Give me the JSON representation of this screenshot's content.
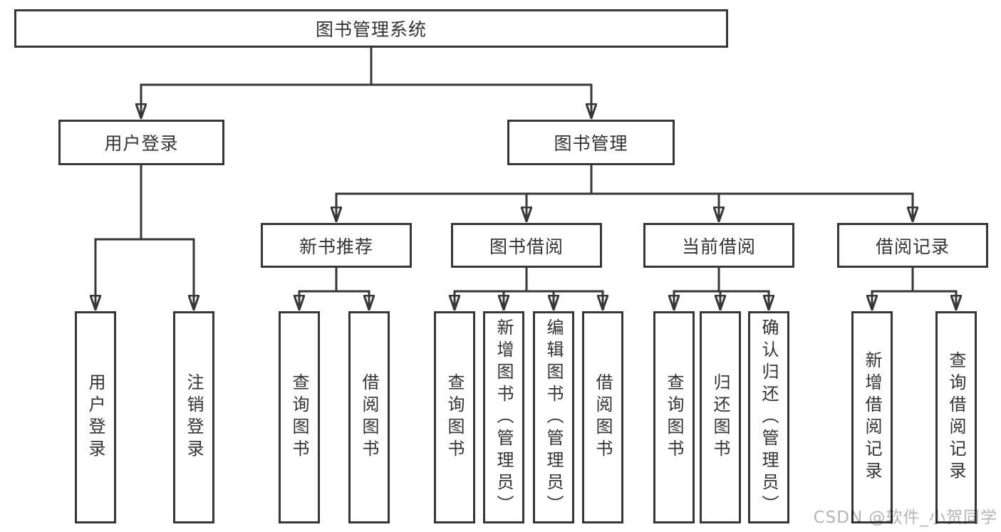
{
  "diagram": {
    "type": "tree",
    "line_color": "#373737",
    "text_color": "#333333",
    "root": {
      "label": "图书管理系统",
      "children": [
        {
          "label": "用户登录",
          "children": [
            {
              "label": "用户登录"
            },
            {
              "label": "注销登录"
            }
          ]
        },
        {
          "label": "图书管理",
          "children": [
            {
              "label": "新书推荐",
              "children": [
                {
                  "label": "查询图书"
                },
                {
                  "label": "借阅图书"
                }
              ]
            },
            {
              "label": "图书借阅",
              "children": [
                {
                  "label": "查询图书"
                },
                {
                  "label": "新增图书（管理员）"
                },
                {
                  "label": "编辑图书（管理员）"
                },
                {
                  "label": "借阅图书"
                }
              ]
            },
            {
              "label": "当前借阅",
              "children": [
                {
                  "label": "查询图书"
                },
                {
                  "label": "归还图书"
                },
                {
                  "label": "确认归还（管理员）"
                }
              ]
            },
            {
              "label": "借阅记录",
              "children": [
                {
                  "label": "新增借阅记录"
                },
                {
                  "label": "查询借阅记录"
                }
              ]
            }
          ]
        }
      ]
    }
  },
  "watermark": {
    "text": "CSDN @软件_小贺同学",
    "color": "#b5b5b5"
  }
}
